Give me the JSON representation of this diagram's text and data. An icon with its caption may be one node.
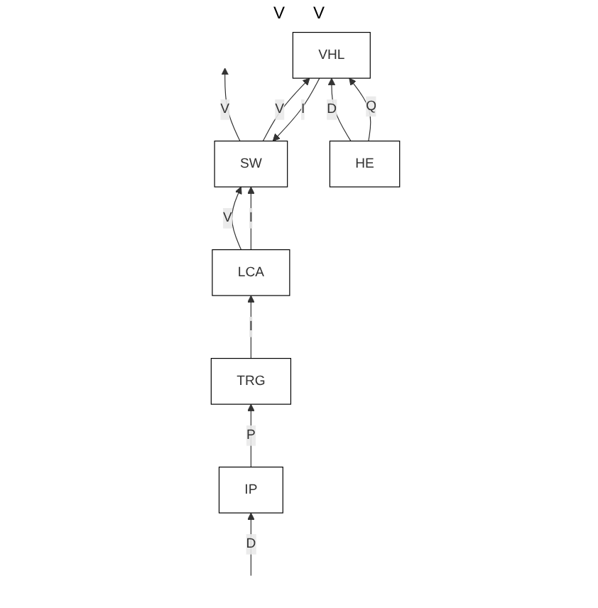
{
  "diagram": {
    "nodes": [
      {
        "text": [
          "SW"
        ]
      },
      {
        "text": [
          "IP"
        ]
      },
      {
        "text": [
          "LCA"
        ]
      },
      {
        "text": [
          "VHL"
        ]
      },
      {
        "text": [
          "TRG"
        ]
      },
      {
        "text": [
          "HE"
        ]
      }
    ],
    "edges": [
      {
        "from": 0,
        "to": null,
        "arrow": "to",
        "label": "V"
      },
      {
        "from": null,
        "to": 1,
        "arrow": "to",
        "label": "D"
      },
      {
        "from": 2,
        "to": 0,
        "arrow": "to",
        "label": "V"
      },
      {
        "from": 2,
        "to": 0,
        "arrow": "to",
        "label": "I"
      },
      {
        "from": 3,
        "to": 0,
        "arrow": "to",
        "label": "I"
      },
      {
        "from": 0,
        "to": 3,
        "arrow": "to",
        "label": "V"
      },
      {
        "from": 1,
        "to": 4,
        "arrow": "to",
        "label": "P"
      },
      {
        "from": 4,
        "to": 2,
        "arrow": "to",
        "label": "I"
      },
      {
        "from": 5,
        "to": 3,
        "arrow": "to",
        "label": "D"
      },
      {
        "from": 5,
        "to": 3,
        "arrow": "to",
        "label": "Q"
      }
    ],
    "labels": [
      "V",
      "V"
    ]
  }
}
